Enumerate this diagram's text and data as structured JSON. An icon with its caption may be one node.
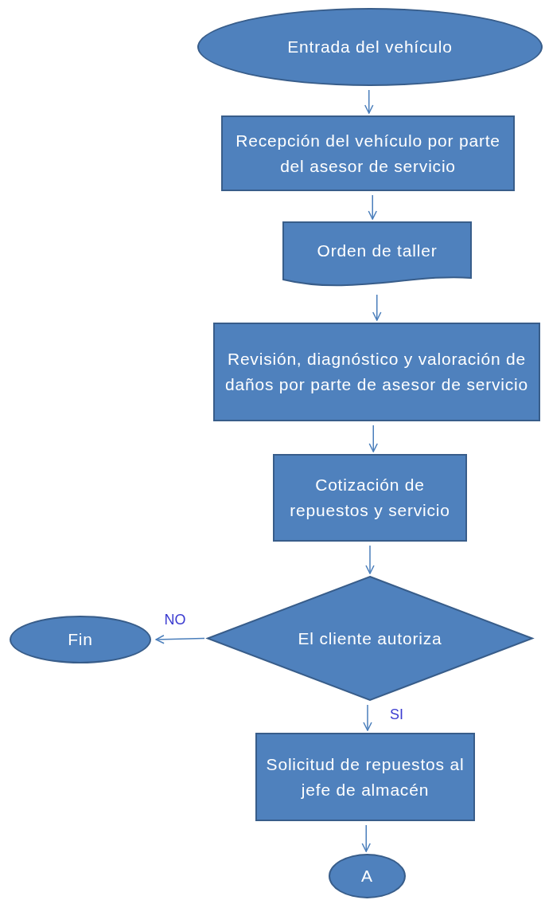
{
  "diagram": {
    "nodes": [
      {
        "text": [
          "Entrada del vehículo"
        ]
      },
      {
        "text": [
          "Recepción del vehículo por parte del asesor de servicio"
        ]
      },
      {
        "text": [
          "Orden de taller"
        ]
      },
      {
        "text": [
          "Revisión, diagnóstico y valoración de daños por parte de asesor de servicio"
        ]
      },
      {
        "text": [
          "Cotización de repuestos y servicio"
        ]
      },
      {
        "text": [
          "El cliente autoriza"
        ]
      },
      {
        "text": [
          "Fin"
        ]
      },
      {
        "text": [
          "Solicitud de repuestos al jefe de almacén"
        ]
      },
      {
        "text": [
          "A"
        ]
      }
    ],
    "edges": [
      {
        "from": 0,
        "to": 1,
        "arrow": "to"
      },
      {
        "from": 1,
        "to": 2,
        "arrow": "to"
      },
      {
        "from": 2,
        "to": 3,
        "arrow": "to"
      },
      {
        "from": 3,
        "to": 4,
        "arrow": "to"
      },
      {
        "from": 4,
        "to": 5,
        "arrow": "to"
      },
      {
        "from": 5,
        "to": 6,
        "label": "NO",
        "arrow": "to"
      },
      {
        "from": 5,
        "to": 7,
        "label": "SI",
        "arrow": "to"
      },
      {
        "from": 7,
        "to": 8,
        "arrow": "to"
      }
    ]
  }
}
